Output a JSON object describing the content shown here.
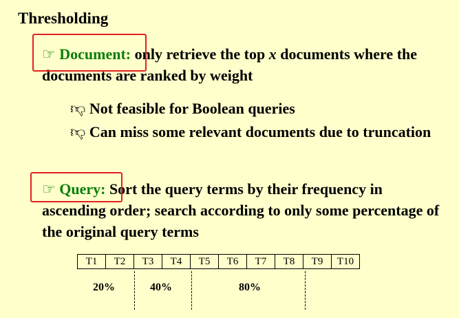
{
  "title": "Thresholding",
  "document_item": {
    "icon": "pointing-hand-icon",
    "label": "Document:",
    "text_before": " only retrieve the top ",
    "var": "x",
    "text_after": " documents where the documents are ranked by weight"
  },
  "sub_items": [
    {
      "icon": "thumbs-down-icon",
      "text": "Not feasible for Boolean queries"
    },
    {
      "icon": "thumbs-down-icon",
      "text": "Can miss some relevant documents due to truncation"
    }
  ],
  "query_item": {
    "icon": "pointing-hand-icon",
    "label": "Query:",
    "text": " Sort the query terms by their frequency in ascending order; search according to only some percentage of the original query terms"
  },
  "terms": [
    "T1",
    "T2",
    "T3",
    "T4",
    "T5",
    "T6",
    "T7",
    "T8",
    "T9",
    "T10"
  ],
  "percentages": [
    "20%",
    "40%",
    "80%"
  ],
  "colors": {
    "background": "#ffffcc",
    "label": "#0a7f0a",
    "highlight_box": "#e32020"
  }
}
